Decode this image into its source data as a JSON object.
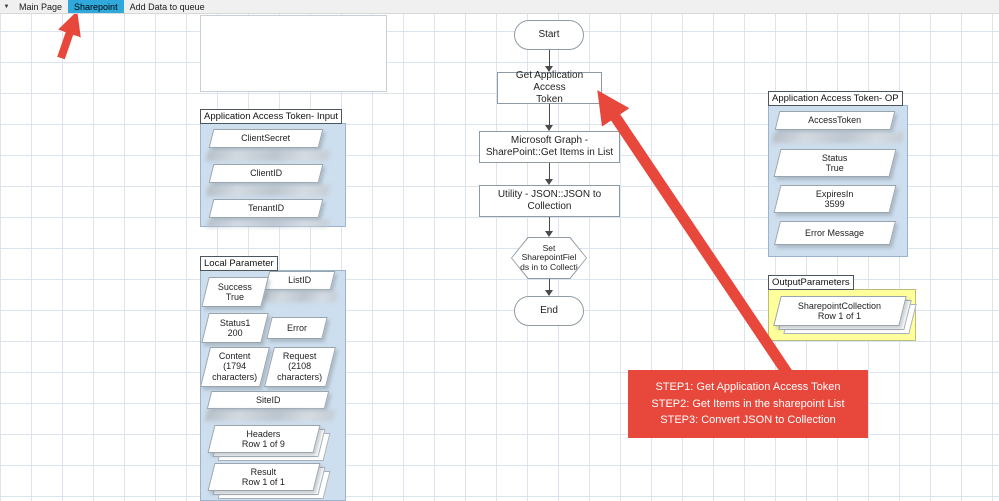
{
  "colors": {
    "accent_red": "#e8473c",
    "container_blue": "#cddeee",
    "container_yellow": "#ffff9c",
    "tab_selected_blue": "#2fa8dc",
    "grid_line": "#dce5ef"
  },
  "tab_bar": {
    "dropdown_icon": "▼",
    "tabs": [
      {
        "label": "Main Page",
        "selected": false
      },
      {
        "label": "Sharepoint",
        "selected": true
      },
      {
        "label": "Add Data to queue",
        "selected": false
      }
    ]
  },
  "flowchart": {
    "start": "Start",
    "get_token": "Get Application Access\nToken",
    "graph_get_items": "Microsoft Graph -\nSharePoint::Get Items in List",
    "json_to_collection": "Utility - JSON::JSON to\nCollection",
    "set_fields": "Set\nSharepointFiel\nds in to Collecti",
    "end": "End"
  },
  "input_panel": {
    "title": "Application Access Token- Input",
    "clientsecret": "ClientSecret",
    "clientid": "ClientID",
    "tenantid": "TenantID",
    "values_blurred": true
  },
  "local_panel": {
    "title": "Local Parameter",
    "success": "Success\nTrue",
    "listid": "ListID",
    "status1": "Status1\n200",
    "error": "Error",
    "content": "Content\n(1794\ncharacters)",
    "request": "Request\n(2108\ncharacters)",
    "siteid": "SiteID",
    "headers": "Headers\nRow 1 of 9",
    "result": "Result\nRow 1 of 1",
    "listid_value_blurred": true,
    "siteid_value_blurred": true
  },
  "op_panel": {
    "title": "Application Access Token- OP",
    "accesstoken": "AccessToken",
    "status": "Status\nTrue",
    "expiresin": "ExpiresIn\n3599",
    "error_message": "Error Message",
    "accesstoken_value_blurred": true
  },
  "output_panel": {
    "title": "OutputParameters",
    "collection": "SharepointCollection\nRow 1 of 1"
  },
  "annotation": {
    "text": "STEP1: Get Application Access Token\nSTEP2: Get Items in the sharepoint List\nSTEP3: Convert JSON to Collection"
  }
}
